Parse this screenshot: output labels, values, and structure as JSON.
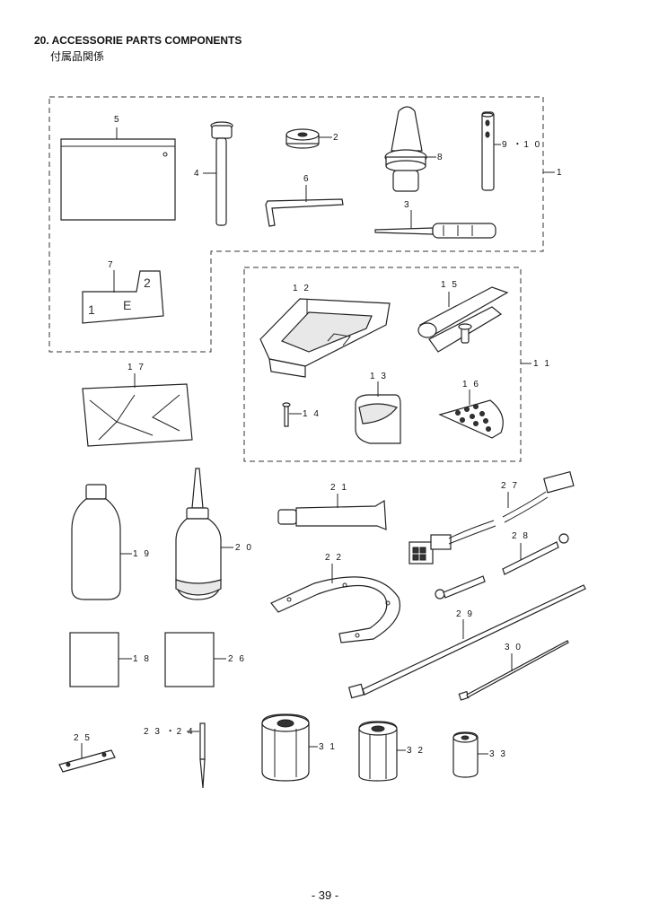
{
  "header": {
    "title": "20. ACCESSORIE PARTS COMPONENTS",
    "subtitle": "付属品関係"
  },
  "callouts": {
    "c1": "1",
    "c2": "2",
    "c3": "3",
    "c4": "4",
    "c5": "5",
    "c6": "6",
    "c7": "7",
    "c8": "8",
    "c9_10": "9 ・1 0",
    "c11": "1 1",
    "c12": "1 2",
    "c13": "1 3",
    "c14": "1 4",
    "c15": "1 5",
    "c16": "1 6",
    "c17": "1 7",
    "c18": "1 8",
    "c19": "1 9",
    "c20": "2 0",
    "c21": "2 1",
    "c22": "2 2",
    "c23_24": "2 3 ・2 4",
    "c25": "2 5",
    "c26": "2 6",
    "c27": "2 7",
    "c28": "2 8",
    "c29": "2 9",
    "c30": "3 0",
    "c31": "3 1",
    "c32": "3 2",
    "c33": "3 3"
  },
  "part_labels": {
    "gauge_one": "1",
    "gauge_e": "E",
    "gauge_two": "2"
  },
  "footer": {
    "page_number": "- 39 -"
  }
}
